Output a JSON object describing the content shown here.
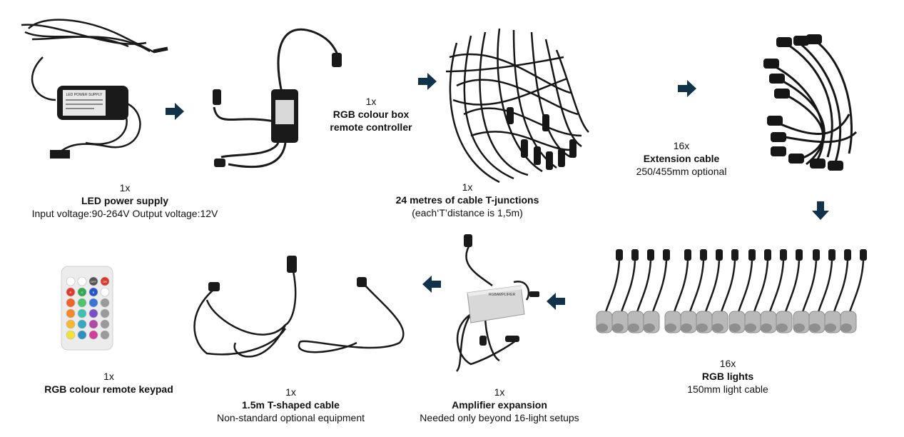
{
  "colors": {
    "arrow": "#10324a",
    "cable": "#1a1a1a",
    "light_body": "#b9b9b9"
  },
  "items": [
    {
      "qty": "1x",
      "title": "LED power supply",
      "sub": "Input voltage:90-264V Output voltage:12V",
      "label": "LED POWER SUPPLY"
    },
    {
      "qty": "1x",
      "title": "RGB colour box",
      "title2": "remote controller",
      "sub": ""
    },
    {
      "qty": "1x",
      "title": "24 metres of cable T-junctions",
      "sub": "(each‘T’distance is 1,5m)"
    },
    {
      "qty": "16x",
      "title": "Extension cable",
      "sub": "250/455mm optional"
    },
    {
      "qty": "16x",
      "title": "RGB lights",
      "sub": "150mm light cable"
    },
    {
      "qty": "1x",
      "title": "Amplifier expansion",
      "sub": "Needed only beyond 16-light setups",
      "label": "RGBAMPLIFIER"
    },
    {
      "qty": "1x",
      "title": "1.5m T-shaped cable",
      "sub": "Non-standard optional equipment"
    },
    {
      "qty": "1x",
      "title": "RGB colour remote keypad",
      "sub": "",
      "keys": [
        "ON",
        "OFF",
        "R",
        "G",
        "B",
        "W"
      ]
    }
  ]
}
